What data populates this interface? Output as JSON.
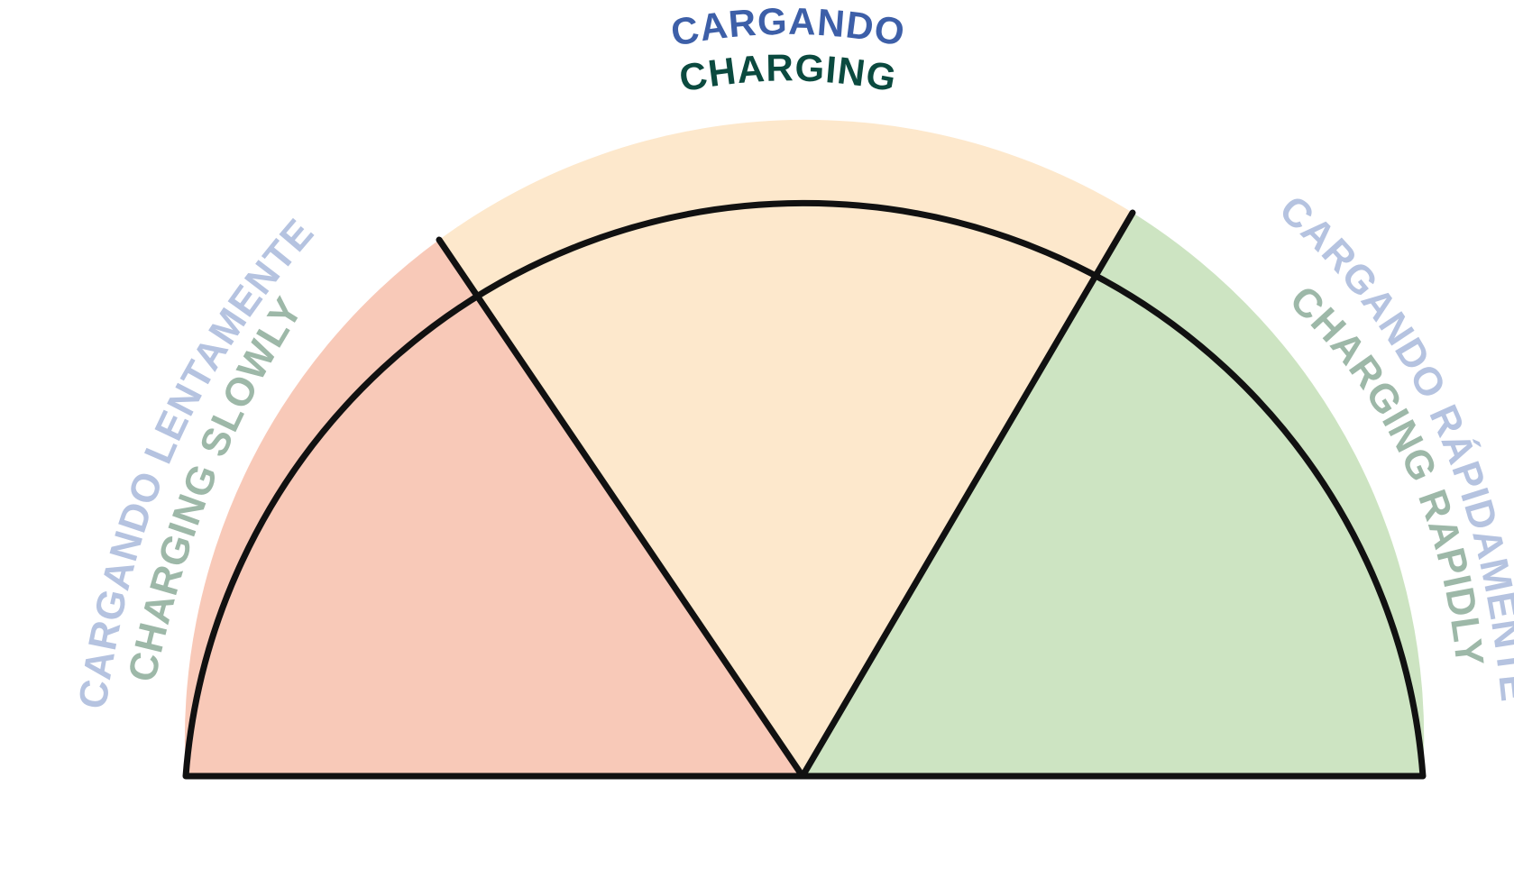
{
  "gauge": {
    "segments": [
      {
        "key": "slow",
        "label_es": "CARGANDO LENTAMENTE",
        "label_en": "CHARGING SLOWLY",
        "fill": "#f8c9b8",
        "es_color": "#b5c3e0",
        "en_color": "#9db8a8"
      },
      {
        "key": "charging",
        "label_es": "CARGANDO",
        "label_en": "CHARGING",
        "fill": "#fde8cc",
        "es_color": "#3d5fa8",
        "en_color": "#0b4a3f"
      },
      {
        "key": "rapid",
        "label_es": "CARGANDO RÁPIDAMENTE",
        "label_en": "CHARGING RAPIDLY",
        "fill": "#cde4c2",
        "es_color": "#b5c3e0",
        "en_color": "#9db8a8"
      }
    ],
    "outline_color": "#111111"
  }
}
